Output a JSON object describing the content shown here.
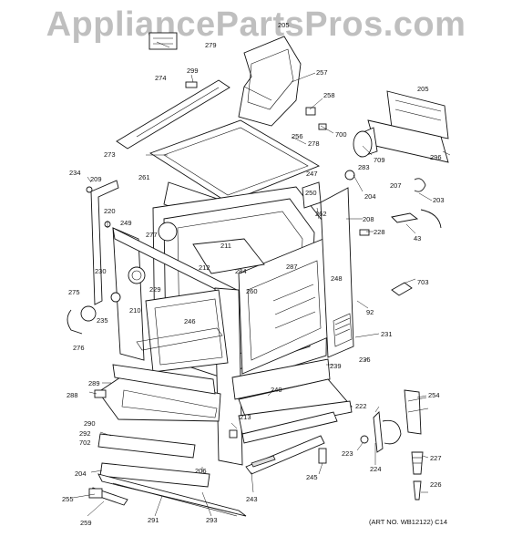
{
  "watermark": "AppliancePartsPros.com",
  "art_number": "(ART NO. WB12122) C14",
  "part_labels": {
    "l205a": "205",
    "l279": "279",
    "l274": "274",
    "l299": "299",
    "l257": "257",
    "l258": "258",
    "l700": "700",
    "l205b": "205",
    "l256": "256",
    "l278": "278",
    "l709": "709",
    "l296": "296",
    "l273": "273",
    "l247": "247",
    "l283": "283",
    "l234": "234",
    "l209": "209",
    "l261": "261",
    "l250": "250",
    "l204a": "204",
    "l207": "207",
    "l203": "203",
    "l220": "220",
    "l262": "262",
    "l208": "208",
    "l249": "249",
    "l277": "277",
    "l211": "211",
    "l228": "228",
    "l43": "43",
    "l212": "212",
    "l284": "284",
    "l230": "230",
    "l287": "287",
    "l248": "248",
    "l703": "703",
    "l275": "275",
    "l229": "229",
    "l260": "260",
    "l92": "92",
    "l235": "235",
    "l210": "210",
    "l246": "246",
    "l276": "276",
    "l231": "231",
    "l239": "239",
    "l236": "236",
    "l289": "289",
    "l254": "254",
    "l288": "288",
    "l240": "240",
    "l222": "222",
    "l213": "213",
    "l290": "290",
    "l292": "292",
    "l702": "702",
    "l223": "223",
    "l227": "227",
    "l206": "206",
    "l204b": "204",
    "l224": "224",
    "l245": "245",
    "l226": "226",
    "l255": "255",
    "l243": "243",
    "l259": "259",
    "l291": "291",
    "l293": "293"
  }
}
